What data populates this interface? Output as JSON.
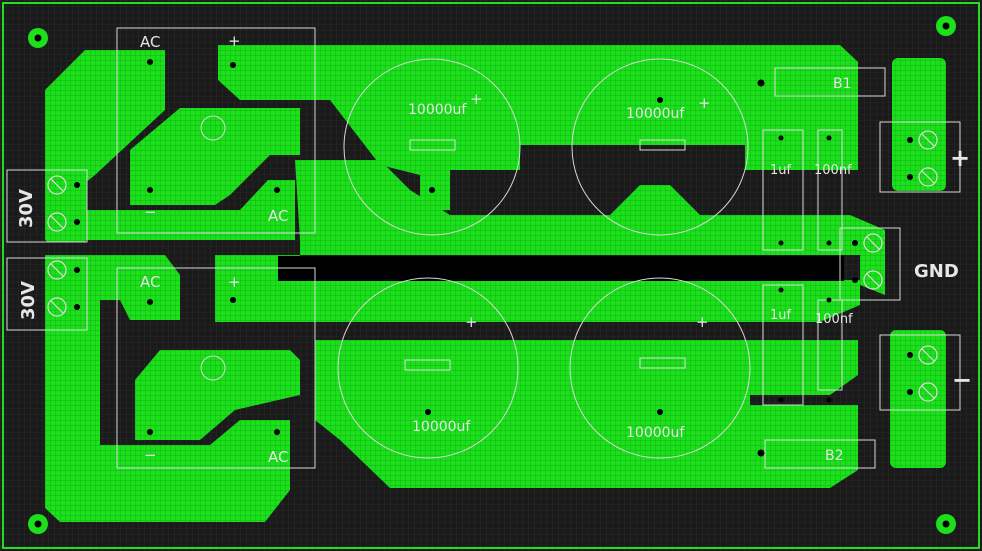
{
  "colors": {
    "background": "#1a1a1a",
    "grid": "#3a3a3a",
    "copper": "#1be01b",
    "copper_grid": "#0b9a0b",
    "border": "#22dd22",
    "silk": "#e6e6e6",
    "slot": "#000000"
  },
  "labels": {
    "ac_top_1": "AC",
    "ac_top_2": "AC",
    "ac_bot_1": "AC",
    "ac_bot_2": "AC",
    "plus_top_bridge": "+",
    "minus_top_bridge": "−",
    "plus_bot_bridge": "+",
    "minus_bot_bridge": "−",
    "cap1": "10000uf",
    "cap2": "10000uf",
    "cap3": "10000uf",
    "cap4": "10000uf",
    "cap_plus": "+",
    "c_1uf_top": "1uf",
    "c_100nf_top": "100nf",
    "c_1uf_bot": "1uf",
    "c_100nf_bot": "100nf",
    "r_b1": "B1",
    "r_b2": "B2",
    "v30_top": "30V",
    "v30_bot": "30V",
    "out_plus": "+",
    "out_gnd": "GND",
    "out_minus": "−"
  }
}
